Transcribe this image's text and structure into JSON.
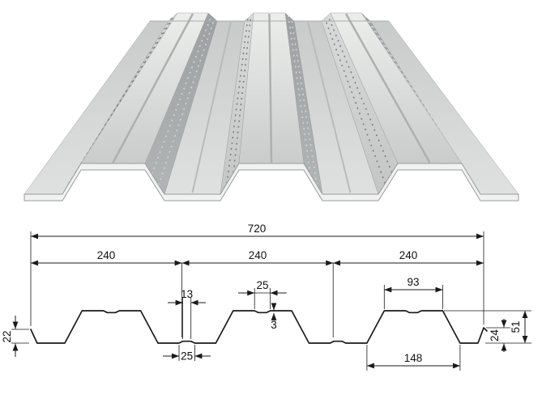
{
  "figure": {
    "product": "corrugated-steel-floor-deck-profile"
  },
  "dimensions": {
    "overall_width": "720",
    "pitch_1": "240",
    "pitch_2": "240",
    "pitch_3": "240",
    "crest_groove_width": "25",
    "flange_groove_top_width": "13",
    "crest_width": "93",
    "left_edge_height": "22",
    "groove_depth": "3",
    "flange_groove_width": "25",
    "rib_base_width": "148",
    "right_edge_height": "24",
    "profile_height": "51"
  }
}
